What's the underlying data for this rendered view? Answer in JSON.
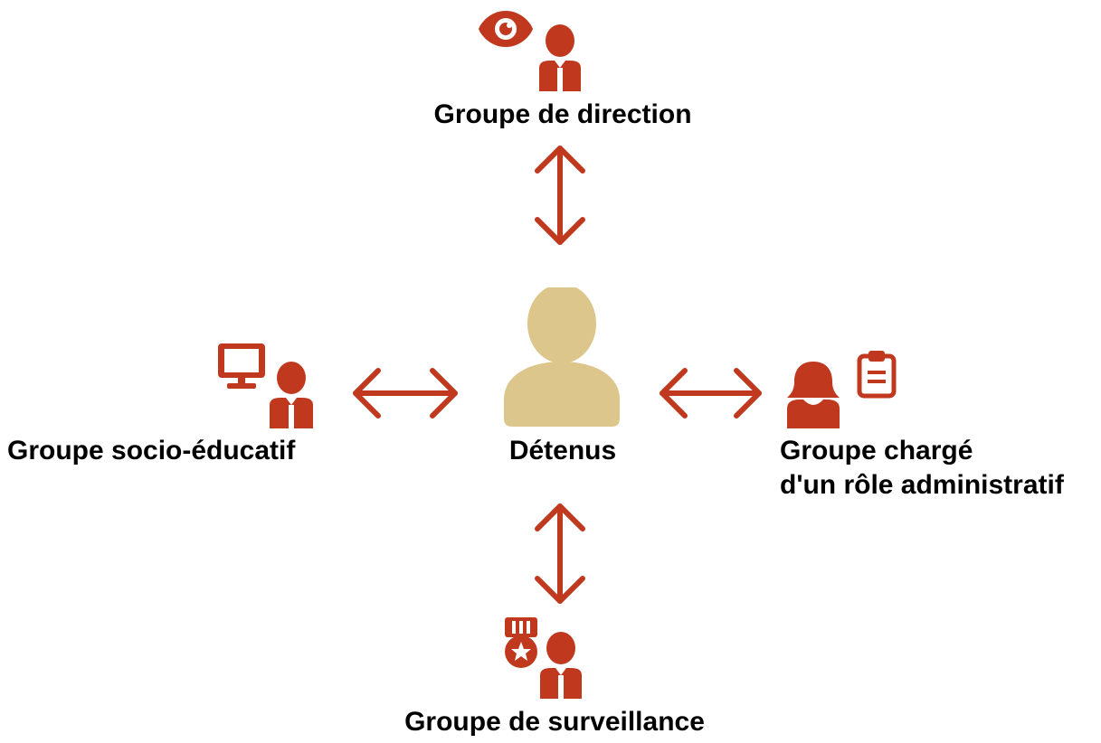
{
  "colors": {
    "accent": "#c0391f",
    "center_person": "#dcc68c",
    "text": "#000000",
    "background": "#ffffff"
  },
  "nodes": {
    "center": {
      "label": "Détenus",
      "icon": "person-icon"
    },
    "top": {
      "label": "Groupe de direction",
      "icons": [
        "eye-icon",
        "person-with-tie-icon"
      ]
    },
    "left": {
      "label": "Groupe socio-éducatif",
      "icons": [
        "monitor-icon",
        "person-with-tie-icon"
      ]
    },
    "right": {
      "label_line1": "Groupe chargé",
      "label_line2": "d'un rôle administratif",
      "icons": [
        "woman-icon",
        "clipboard-icon"
      ]
    },
    "bottom": {
      "label": "Groupe de surveillance",
      "icons": [
        "medal-icon",
        "person-with-tie-icon"
      ]
    }
  },
  "connectors": [
    {
      "from": "center",
      "to": "top",
      "type": "bidirectional-arrow"
    },
    {
      "from": "center",
      "to": "left",
      "type": "bidirectional-arrow"
    },
    {
      "from": "center",
      "to": "right",
      "type": "bidirectional-arrow"
    },
    {
      "from": "center",
      "to": "bottom",
      "type": "bidirectional-arrow"
    }
  ]
}
